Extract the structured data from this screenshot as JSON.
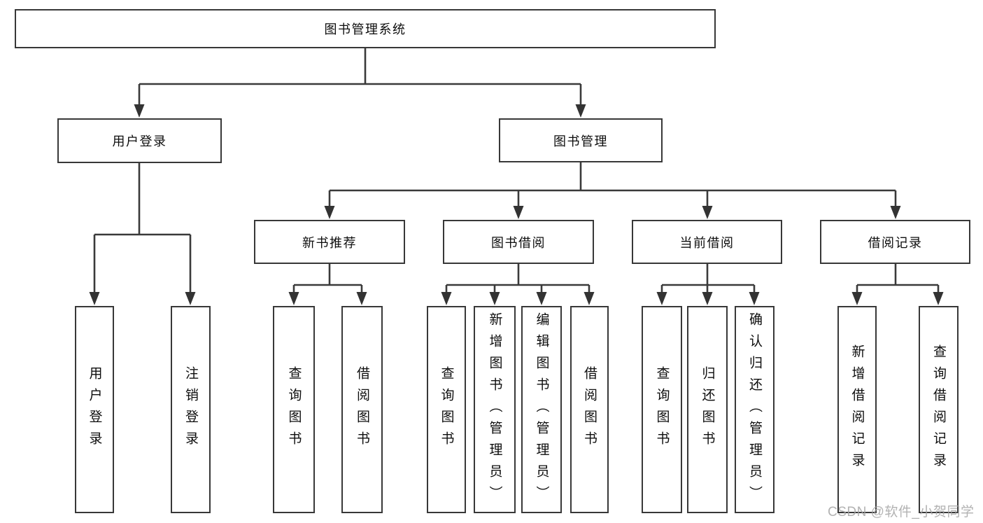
{
  "page": {
    "background": "#ffffff",
    "line_color": "#3a3a3a",
    "text_color": "#0d0d0d"
  },
  "diagram": {
    "root": {
      "label": "图书管理系统"
    },
    "level2": {
      "user_login": {
        "label": "用户登录"
      },
      "book_mgmt": {
        "label": "图书管理"
      }
    },
    "level3": {
      "new_books": {
        "label": "新书推荐"
      },
      "borrowing": {
        "label": "图书借阅"
      },
      "current": {
        "label": "当前借阅"
      },
      "records": {
        "label": "借阅记录"
      }
    },
    "leaves": {
      "user_login": [
        "用户登录",
        "注销登录"
      ],
      "new_books": [
        "查询图书",
        "借阅图书"
      ],
      "borrowing": [
        "查询图书",
        "新增图书（管理员）",
        "编辑图书（管理员）",
        "借阅图书"
      ],
      "current": [
        "查询图书",
        "归还图书",
        "确认归还（管理员）"
      ],
      "records": [
        "新增借阅记录",
        "查询借阅记录"
      ]
    }
  },
  "watermark": {
    "text": "CSDN @软件_小贺同学",
    "color": "#a5a5a5"
  }
}
